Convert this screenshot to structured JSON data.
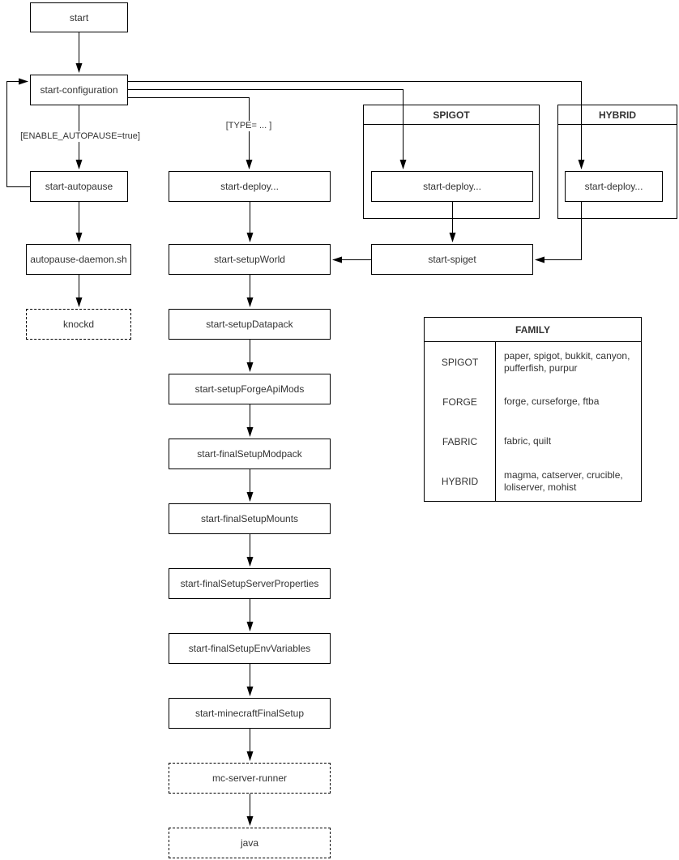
{
  "diagram": {
    "nodes": {
      "start": {
        "label": "start"
      },
      "start_configuration": {
        "label": "start-configuration"
      },
      "start_autopause": {
        "label": "start-autopause"
      },
      "autopause_daemon": {
        "label": "autopause-daemon.sh"
      },
      "knockd": {
        "label": "knockd"
      },
      "start_deploy": {
        "label": "start-deploy..."
      },
      "spigot_deploy": {
        "label": "start-deploy..."
      },
      "hybrid_deploy": {
        "label": "start-deploy..."
      },
      "start_setup_world": {
        "label": "start-setupWorld"
      },
      "start_spiget": {
        "label": "start-spiget"
      },
      "start_setup_datapack": {
        "label": "start-setupDatapack"
      },
      "start_setup_forge_api_mods": {
        "label": "start-setupForgeApiMods"
      },
      "start_final_setup_modpack": {
        "label": "start-finalSetupModpack"
      },
      "start_final_setup_mounts": {
        "label": "start-finalSetupMounts"
      },
      "start_final_setup_server_properties": {
        "label": "start-finalSetupServerProperties"
      },
      "start_final_setup_env_variables": {
        "label": "start-finalSetupEnvVariables"
      },
      "start_minecraft_final_setup": {
        "label": "start-minecraftFinalSetup"
      },
      "mc_server_runner": {
        "label": "mc-server-runner"
      },
      "java": {
        "label": "java"
      }
    },
    "groups": {
      "spigot": {
        "title": "SPIGOT"
      },
      "hybrid": {
        "title": "HYBRID"
      }
    },
    "edge_labels": {
      "enable_autopause": "[ENABLE_AUTOPAUSE=true]",
      "type": "[TYPE= ... ]"
    },
    "colors": {
      "stroke": "#000000",
      "text": "#333333",
      "background": "#ffffff"
    }
  },
  "family_table": {
    "title": "FAMILY",
    "rows": [
      {
        "family": "SPIGOT",
        "members": "paper, spigot, bukkit, canyon, pufferfish, purpur"
      },
      {
        "family": "FORGE",
        "members": "forge, curseforge, ftba"
      },
      {
        "family": "FABRIC",
        "members": "fabric, quilt"
      },
      {
        "family": "HYBRID",
        "members": "magma, catserver, crucible, loliserver, mohist"
      }
    ]
  }
}
